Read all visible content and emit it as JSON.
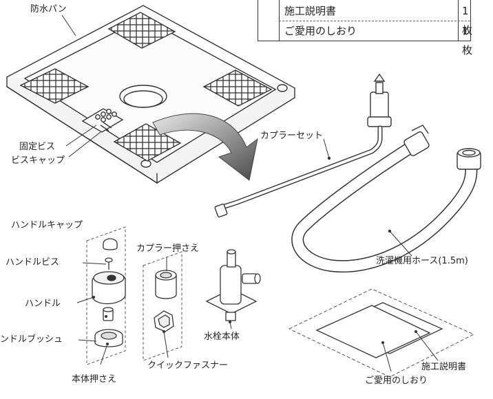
{
  "parts_table": {
    "rows": [
      {
        "name": "施工説明書",
        "qty": "1枚"
      },
      {
        "name": "ご愛用のしおり",
        "qty": "1枚"
      }
    ]
  },
  "labels": {
    "pan": "防水パン",
    "screws": "固定ビス",
    "screw_caps": "ビスキャップ",
    "coupler_set": "カプラーセット",
    "hose": "洗濯機用ホース(1.5m)",
    "handle_cap": "ハンドルキャップ",
    "handle_screw": "ハンドルビス",
    "handle": "ハンドル",
    "handle_bush": "ンドルブッシュ",
    "body_holder": "本体押さえ",
    "coupler_holder": "カプラー押さえ",
    "quick_fastener": "クイックファスナー",
    "faucet_body": "水栓本体",
    "manual": "施工説明書",
    "guide": "ご愛用のしおり"
  }
}
